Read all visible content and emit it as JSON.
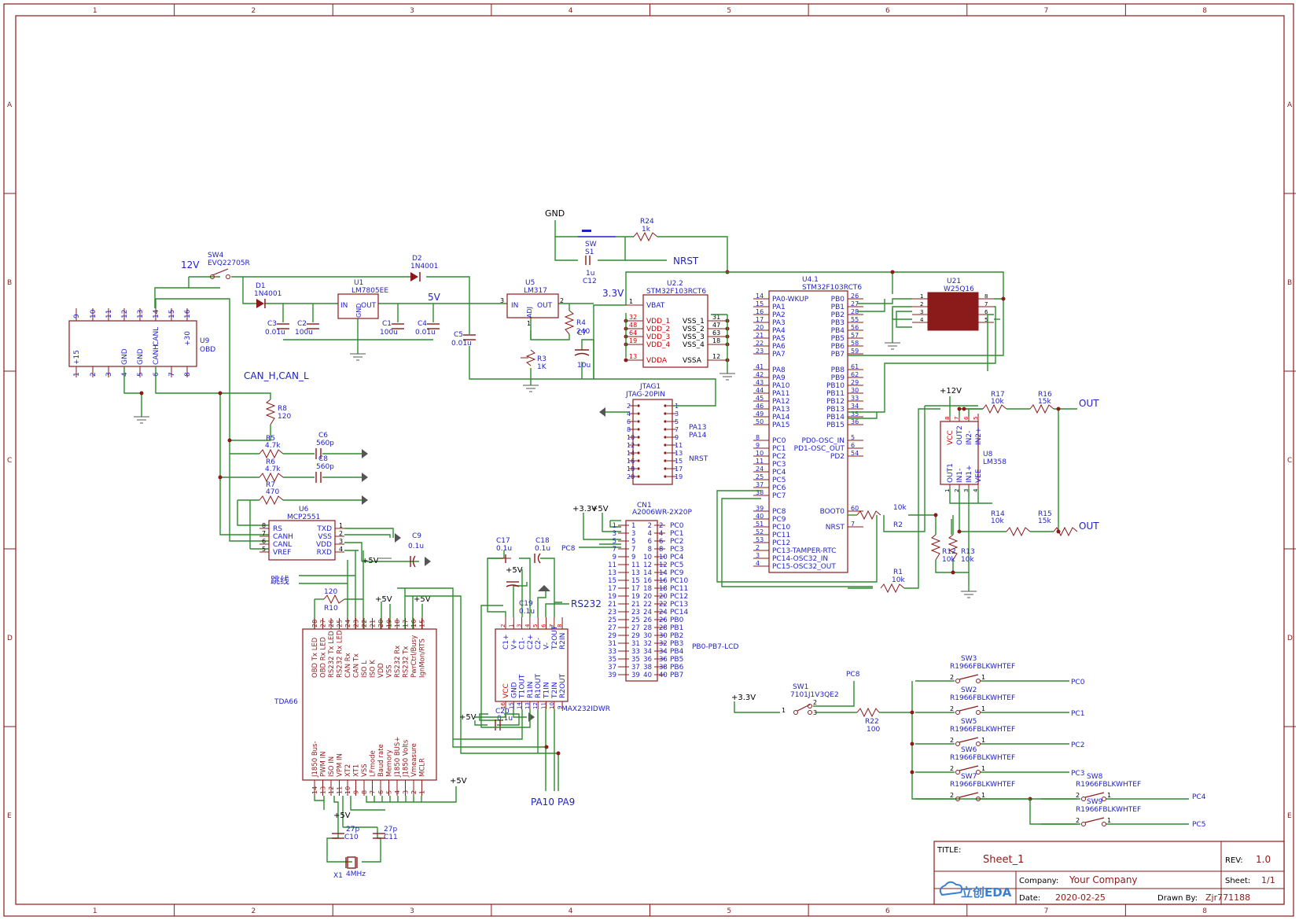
{
  "border": {
    "columns": [
      "1",
      "2",
      "3",
      "4",
      "5",
      "6",
      "7",
      "8"
    ],
    "rows": [
      "A",
      "B",
      "C",
      "D",
      "E"
    ]
  },
  "title_block": {
    "title_label": "TITLE:",
    "title": "Sheet_1",
    "rev_label": "REV:",
    "rev": "1.0",
    "company_label": "Company:",
    "company": "Your Company",
    "sheet_label": "Sheet:",
    "sheet": "1/1",
    "date_label": "Date:",
    "date": "2020-02-25",
    "drawn_label": "Drawn By:",
    "drawn_by": "Zjr771188",
    "logo": "立创EDA"
  },
  "net_labels": {
    "v12": "12V",
    "v5": "5V",
    "v33": "3.3V",
    "nrst": "NRST",
    "gnd": "GND",
    "can": "CAN_H,CAN_L",
    "jumper": "跳线",
    "rs232": "RS232",
    "pa10": "PA10",
    "pa9": "PA9",
    "out1": "OUT",
    "out2": "OUT",
    "p12v": "+12V",
    "p5v_a": "+5V",
    "p5v_b": "+5V",
    "p5v_c": "+5V",
    "p5v_d": "+5V",
    "p5v_e": "+5V",
    "p5v_f": "+5V",
    "p5v_g": "+5V",
    "p33_a": "+3.3V",
    "p33_b": "+3.3V",
    "pb_lcd": "PB0-PB7-LCD",
    "pc8_a": "PC8",
    "pc8_b": "PC8",
    "pa13": "PA13",
    "pa14": "PA14",
    "nrst2": "NRST",
    "pc0": "PC0",
    "pc1": "PC1",
    "pc2": "PC2",
    "pc3": "PC3",
    "pc4": "PC4",
    "pc5": "PC5"
  },
  "obd": {
    "ref": "U9",
    "name": "OBD",
    "top_pins": [
      "9",
      "10",
      "11",
      "12",
      "13",
      "14",
      "15",
      "16"
    ],
    "bottom_pins": [
      "1",
      "2",
      "3",
      "4",
      "5",
      "6",
      "7",
      "8"
    ],
    "bottom_names": [
      "+15",
      "",
      "",
      "GND",
      "GND",
      "CANH",
      "",
      ""
    ],
    "top_names": [
      "",
      "",
      "",
      "",
      "",
      "CANL",
      "",
      "+30"
    ]
  },
  "sw4": {
    "ref": "SW4",
    "part": "EVQ22705R"
  },
  "d1": {
    "ref": "D1",
    "part": "1N4001"
  },
  "d2": {
    "ref": "D2",
    "part": "1N4001"
  },
  "u1": {
    "ref": "U1",
    "part": "LM7805EE",
    "in": "IN",
    "out": "OUT",
    "gnd": "GND"
  },
  "caps_left": [
    {
      "ref": "C3",
      "val": "0.01u"
    },
    {
      "ref": "C2",
      "val": "100u"
    },
    {
      "ref": "C1",
      "val": "100u"
    },
    {
      "ref": "C4",
      "val": "0.01u"
    },
    {
      "ref": "C5",
      "val": "0.01u"
    }
  ],
  "u5": {
    "ref": "U5",
    "part": "LM317",
    "in": "IN",
    "out": "OUT",
    "adj": "ADJ",
    "pin_in": "3",
    "pin_out": "2",
    "pin_adj": "1"
  },
  "r4": {
    "ref": "R4",
    "val": "240"
  },
  "r3": {
    "ref": "R3",
    "val": "1K"
  },
  "c7": {
    "ref": "C7",
    "val": "10u"
  },
  "sw_reset": {
    "ref": "SW",
    "ref2": "S1"
  },
  "c12": {
    "ref": "C12",
    "val": "1u"
  },
  "r24": {
    "ref": "R24",
    "val": "1k"
  },
  "u22": {
    "ref": "U2.2",
    "part": "STM32F103RCT6",
    "left": [
      {
        "n": "1",
        "s": "VBAT"
      },
      {
        "n": "32",
        "s": "VDD_1"
      },
      {
        "n": "48",
        "s": "VDD_2"
      },
      {
        "n": "64",
        "s": "VDD_3"
      },
      {
        "n": "19",
        "s": "VDD_4"
      },
      {
        "n": "13",
        "s": "VDDA"
      }
    ],
    "right": [
      {
        "n": "31",
        "s": "VSS_1"
      },
      {
        "n": "47",
        "s": "VSS_2"
      },
      {
        "n": "63",
        "s": "VSS_3"
      },
      {
        "n": "18",
        "s": "VSS_4"
      },
      {
        "n": "12",
        "s": "VSSA"
      }
    ]
  },
  "u41": {
    "ref": "U4.1",
    "part": "STM32F103RCT6",
    "left": [
      {
        "n": "14",
        "s": "PA0-WKUP"
      },
      {
        "n": "15",
        "s": "PA1"
      },
      {
        "n": "16",
        "s": "PA2"
      },
      {
        "n": "17",
        "s": "PA3"
      },
      {
        "n": "20",
        "s": "PA4"
      },
      {
        "n": "21",
        "s": "PA5"
      },
      {
        "n": "22",
        "s": "PA6"
      },
      {
        "n": "23",
        "s": "PA7"
      },
      {
        "n": "41",
        "s": "PA8"
      },
      {
        "n": "42",
        "s": "PA9"
      },
      {
        "n": "43",
        "s": "PA10"
      },
      {
        "n": "44",
        "s": "PA11"
      },
      {
        "n": "45",
        "s": "PA12"
      },
      {
        "n": "46",
        "s": "PA13"
      },
      {
        "n": "49",
        "s": "PA14"
      },
      {
        "n": "50",
        "s": "PA15"
      },
      {
        "n": "8",
        "s": "PC0"
      },
      {
        "n": "9",
        "s": "PC1"
      },
      {
        "n": "10",
        "s": "PC2"
      },
      {
        "n": "11",
        "s": "PC3"
      },
      {
        "n": "24",
        "s": "PC4"
      },
      {
        "n": "25",
        "s": "PC5"
      },
      {
        "n": "37",
        "s": "PC6"
      },
      {
        "n": "38",
        "s": "PC7"
      },
      {
        "n": "39",
        "s": "PC8"
      },
      {
        "n": "40",
        "s": "PC9"
      },
      {
        "n": "51",
        "s": "PC10"
      },
      {
        "n": "52",
        "s": "PC11"
      },
      {
        "n": "53",
        "s": "PC12"
      },
      {
        "n": "2",
        "s": "PC13-TAMPER-RTC"
      },
      {
        "n": "3",
        "s": "PC14-OSC32_IN"
      },
      {
        "n": "4",
        "s": "PC15-OSC32_OUT"
      }
    ],
    "right": [
      {
        "n": "26",
        "s": "PB0"
      },
      {
        "n": "27",
        "s": "PB1"
      },
      {
        "n": "28",
        "s": "PB2"
      },
      {
        "n": "55",
        "s": "PB3"
      },
      {
        "n": "56",
        "s": "PB4"
      },
      {
        "n": "57",
        "s": "PB5"
      },
      {
        "n": "58",
        "s": "PB6"
      },
      {
        "n": "59",
        "s": "PB7"
      },
      {
        "n": "61",
        "s": "PB8"
      },
      {
        "n": "62",
        "s": "PB9"
      },
      {
        "n": "29",
        "s": "PB10"
      },
      {
        "n": "30",
        "s": "PB11"
      },
      {
        "n": "33",
        "s": "PB12"
      },
      {
        "n": "34",
        "s": "PB13"
      },
      {
        "n": "35",
        "s": "PB14"
      },
      {
        "n": "36",
        "s": "PB15"
      },
      {
        "n": "5",
        "s": "PD0-OSC_IN"
      },
      {
        "n": "6",
        "s": "PD1-OSC_OUT"
      },
      {
        "n": "54",
        "s": "PD2"
      },
      {
        "n": "60",
        "s": "BOOT0"
      },
      {
        "n": "7",
        "s": "NRST"
      }
    ]
  },
  "u21": {
    "ref": "U21",
    "part": "W25Q16",
    "left": [
      "1",
      "2",
      "3",
      "4"
    ],
    "right": [
      "8",
      "7",
      "6",
      "5"
    ]
  },
  "jtag": {
    "ref": "JTAG1",
    "part": "JTAG-20PIN",
    "left": [
      "2",
      "4",
      "6",
      "8",
      "10",
      "12",
      "14",
      "16",
      "18",
      "20"
    ],
    "right": [
      "1",
      "3",
      "5",
      "7",
      "9",
      "11",
      "13",
      "15",
      "17",
      "19"
    ]
  },
  "u8": {
    "ref": "U8",
    "part": "LM358",
    "top": [
      "VCC",
      "OUT2",
      "IN2-",
      "IN2+"
    ],
    "bottom": [
      "OUT1",
      "IN1-",
      "IN1+",
      "VEE"
    ],
    "top_n": [
      "8",
      "7",
      "6",
      "5"
    ],
    "bottom_n": [
      "1",
      "2",
      "3",
      "4"
    ]
  },
  "resistors_right": [
    {
      "ref": "R17",
      "val": "10k"
    },
    {
      "ref": "R16",
      "val": "15k"
    },
    {
      "ref": "R14",
      "val": "10k"
    },
    {
      "ref": "R15",
      "val": "15k"
    },
    {
      "ref": "R2",
      "val": "10k"
    },
    {
      "ref": "R1",
      "val": "10k"
    },
    {
      "ref": "R12",
      "val": "10k"
    },
    {
      "ref": "R13",
      "val": "10k"
    }
  ],
  "r8": {
    "ref": "R8",
    "val": "120"
  },
  "r5": {
    "ref": "R5",
    "val": "4.7k"
  },
  "r6": {
    "ref": "R6",
    "val": "4.7k"
  },
  "r7": {
    "ref": "R7",
    "val": "470"
  },
  "c6": {
    "ref": "C6",
    "val": "560p"
  },
  "c8": {
    "ref": "C8",
    "val": "560p"
  },
  "u6": {
    "ref": "U6",
    "part": "MCP2551",
    "left": [
      {
        "n": "8",
        "s": "RS"
      },
      {
        "n": "7",
        "s": "CANH"
      },
      {
        "n": "6",
        "s": "CANL"
      },
      {
        "n": "5",
        "s": "VREF"
      }
    ],
    "right": [
      {
        "n": "1",
        "s": "TXD"
      },
      {
        "n": "2",
        "s": "VSS"
      },
      {
        "n": "3",
        "s": "VDD"
      },
      {
        "n": "4",
        "s": "RXD"
      }
    ]
  },
  "c9": {
    "ref": "C9",
    "val": "0.1u"
  },
  "r10": {
    "ref": "R10",
    "val": "120"
  },
  "tda": {
    "ref": "TDA66",
    "top_n": [
      "28",
      "27",
      "26",
      "25",
      "24",
      "23",
      "22",
      "21",
      "20",
      "19",
      "18",
      "17",
      "16",
      "15"
    ],
    "top_s": [
      "OBD Tx LED",
      "OBD Rx LED",
      "RS232 Tx LED",
      "RS232 Rx LED",
      "CAN Rx",
      "CAN Tx",
      "ISO L",
      "ISO K",
      "VDD",
      "VSS",
      "RS232 Rx",
      "RS232 Tx",
      "PwrCtrl/Busy",
      "IgnMon/RTS"
    ],
    "bot_n": [
      "14",
      "13",
      "12",
      "11",
      "10",
      "9",
      "8",
      "7",
      "6",
      "5",
      "4",
      "3",
      "2",
      "1"
    ],
    "bot_s": [
      "J1850 Bus-",
      "PWM IN",
      "ISO IN",
      "VPM IN",
      "XT2",
      "XT1",
      "VSS",
      "LFmode",
      "Baud rate",
      "Memory",
      "J1850 BUS+",
      "J1850 Volts",
      "Vmeasure",
      "MCLR"
    ]
  },
  "crystal": {
    "ref": "X1",
    "val": "4MHz"
  },
  "c10": {
    "ref": "C10",
    "val": "27p"
  },
  "c11": {
    "ref": "C11",
    "val": "27p"
  },
  "max232": {
    "ref": "MAX232IDWR",
    "top_n": [
      "2",
      "1",
      "3",
      "4",
      "5",
      "6",
      "7",
      "8"
    ],
    "top_s": [
      "C1+",
      "V+",
      "C1-",
      "C2+",
      "C2-",
      "V-",
      "T2OUT",
      "R2IN"
    ],
    "bot_n": [
      "16",
      "15",
      "14",
      "13",
      "12",
      "11",
      "10",
      "9"
    ],
    "bot_s": [
      "VCC",
      "GND",
      "T1OUT",
      "R1IN",
      "R1OUT",
      "T1IN",
      "T2IN",
      "R2OUT"
    ]
  },
  "c17": {
    "ref": "C17",
    "val": "0.1u"
  },
  "c18": {
    "ref": "C18",
    "val": "0.1u"
  },
  "c19": {
    "ref": "C19",
    "val": "0.1u"
  },
  "c20": {
    "ref": "C20",
    "val": "0.1u"
  },
  "cn1": {
    "ref": "CN1",
    "part": "A2006WR-2X20P",
    "left": [
      "1",
      "3",
      "5",
      "7",
      "9",
      "11",
      "13",
      "15",
      "17",
      "19",
      "21",
      "23",
      "25",
      "27",
      "29",
      "31",
      "33",
      "35",
      "37",
      "39"
    ],
    "right": [
      "2",
      "4",
      "6",
      "8",
      "10",
      "12",
      "14",
      "16",
      "18",
      "20",
      "22",
      "24",
      "26",
      "28",
      "30",
      "32",
      "34",
      "36",
      "38",
      "40"
    ],
    "labels": [
      "PC0",
      "PC1",
      "PC2",
      "PC3",
      "PC4",
      "PC5",
      "PC9",
      "PC10",
      "PC11",
      "PC12",
      "PC13",
      "PC14",
      "PB0",
      "PB1",
      "PB2",
      "PB3",
      "PB4",
      "PB5",
      "PB6",
      "PB7"
    ]
  },
  "sw1": {
    "ref": "SW1",
    "part": "7101J1V3QE2",
    "p1": "1",
    "p2": "2",
    "p3": "3"
  },
  "r22": {
    "ref": "R22",
    "val": "100"
  },
  "keys": [
    {
      "ref": "SW3",
      "part": "R1966FBLKWHTEF"
    },
    {
      "ref": "SW2",
      "part": "R1966FBLKWHTEF"
    },
    {
      "ref": "SW5",
      "part": "R1966FBLKWHTEF"
    },
    {
      "ref": "SW6",
      "part": "R1966FBLKWHTEF"
    },
    {
      "ref": "SW7",
      "part": "R1966FBLKWHTEF"
    },
    {
      "ref": "SW8",
      "part": "R1966FBLKWHTEF"
    },
    {
      "ref": "SW9",
      "part": "R1966FBLKWHTEF"
    }
  ],
  "pin_nums": {
    "one": "1",
    "two": "2"
  },
  "colors": {
    "wire": "#2e8b2e",
    "part": "#8b1a1a",
    "label": "#1f1fc8",
    "frame": "#8b1a1a"
  }
}
